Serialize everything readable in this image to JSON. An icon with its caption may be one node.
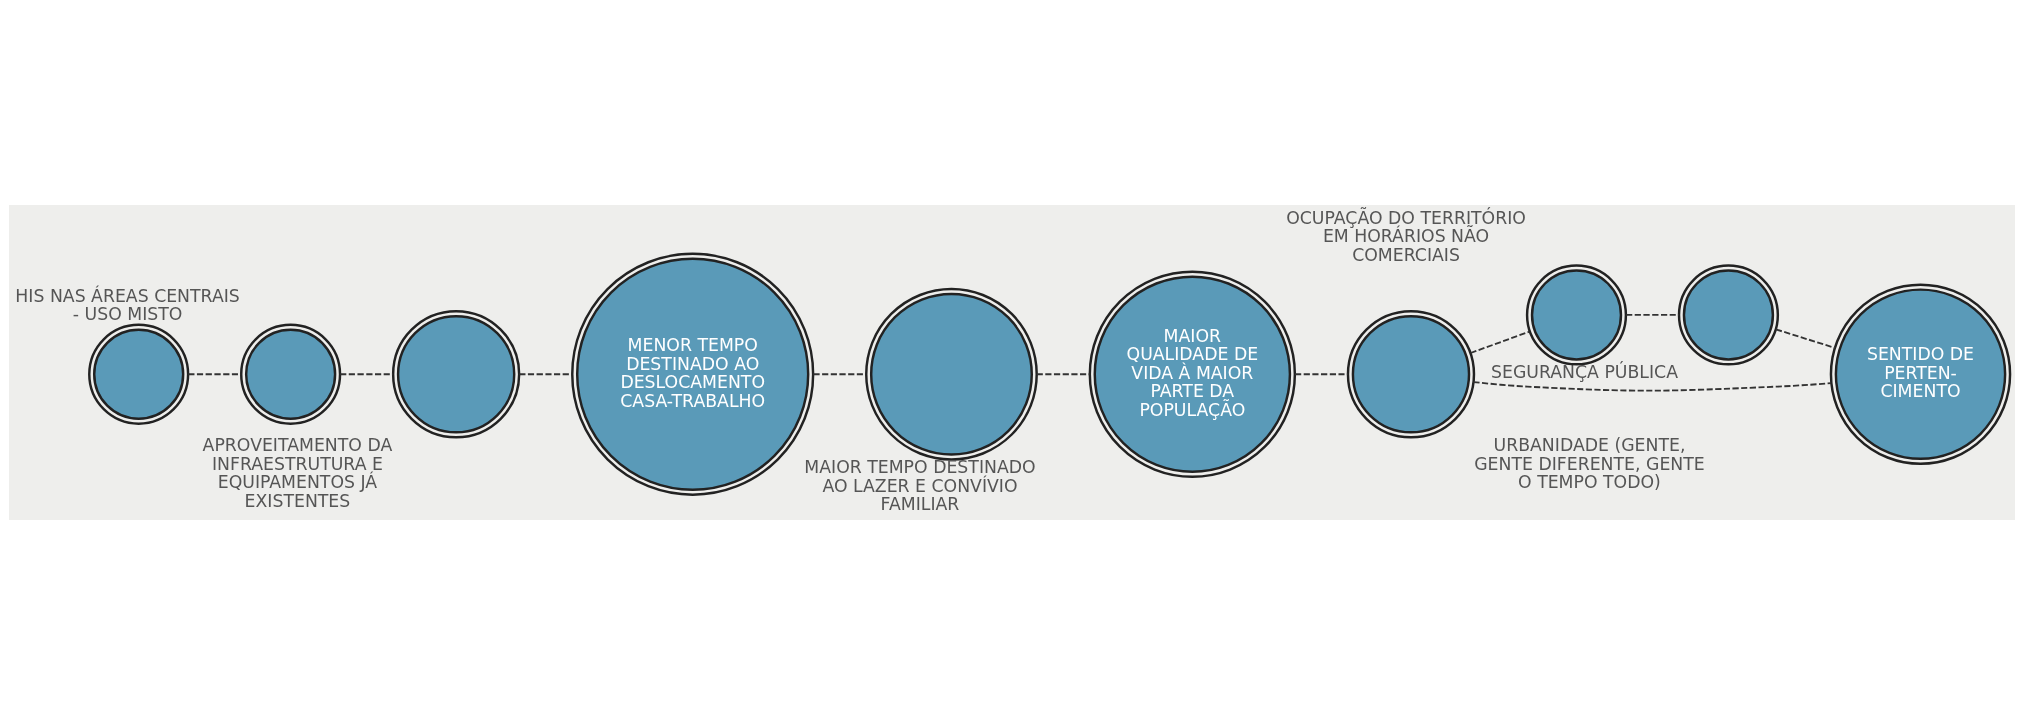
{
  "diagram": {
    "nodes": [
      {
        "text": [],
        "shape": "circle",
        "beside": [
          "APROVEITAMENTO DA INFRAESTRUTURA E EQUIPAMENTOS JÁ EXISTENTES"
        ]
      },
      {
        "text": [
          "MENOR TEMPO DESTINADO AO DESLOCAMENTO CASA-TRABALHO"
        ]
      },
      {
        "text": [],
        "shape": "circle",
        "beside": [
          "MAIOR TEMPO DESTINADO AO LAZER E CONVÍVIO FAMILIAR"
        ]
      },
      {
        "text": [],
        "shape": "circle",
        "beside": [
          "HIS NAS ÁREAS CENTRAIS - USO MISTO"
        ]
      },
      {
        "text": [],
        "shape": "circle"
      },
      {
        "text": [
          "MAIOR QUALIDADE DE VIDA À MAIOR PARTE DA POPULAÇÃO"
        ]
      },
      {
        "text": [],
        "shape": "circle",
        "beside": [
          "SEGURANÇA PÚBLICA"
        ]
      },
      {
        "text": [],
        "shape": "circle",
        "beside": [
          "OCUPAÇÃO DO TERRITÓRIO EM HORÁRIOS NÃO COMERCIAIS"
        ]
      },
      {
        "text": [],
        "shape": "circle",
        "beside": [
          "URBANIDADE (GENTE, GENTE DIFERENTE, GENTE O TEMPO TODO)"
        ]
      },
      {
        "text": [
          "SENTIDO DE PERTEN- CIMENTO"
        ]
      }
    ],
    "edges": [
      {
        "from": 4,
        "to": 3,
        "arrow": "none",
        "style": "dashed"
      },
      {
        "from": 3,
        "to": 0,
        "arrow": "none",
        "style": "dashed"
      },
      {
        "from": 0,
        "to": 1,
        "arrow": "none",
        "style": "dashed"
      },
      {
        "from": 1,
        "to": 2,
        "arrow": "none",
        "style": "dashed"
      },
      {
        "from": 2,
        "to": 5,
        "arrow": "none",
        "style": "dashed"
      },
      {
        "from": 5,
        "to": 8,
        "arrow": "none",
        "style": "dashed"
      },
      {
        "from": 8,
        "to": 7,
        "arrow": "none",
        "style": "dashed"
      },
      {
        "from": 7,
        "to": 6,
        "arrow": "none",
        "style": "dashed"
      },
      {
        "from": 6,
        "to": 9,
        "arrow": "none",
        "style": "dashed"
      },
      {
        "from": 8,
        "to": 9,
        "arrow": "none",
        "style": "dashed"
      }
    ]
  }
}
